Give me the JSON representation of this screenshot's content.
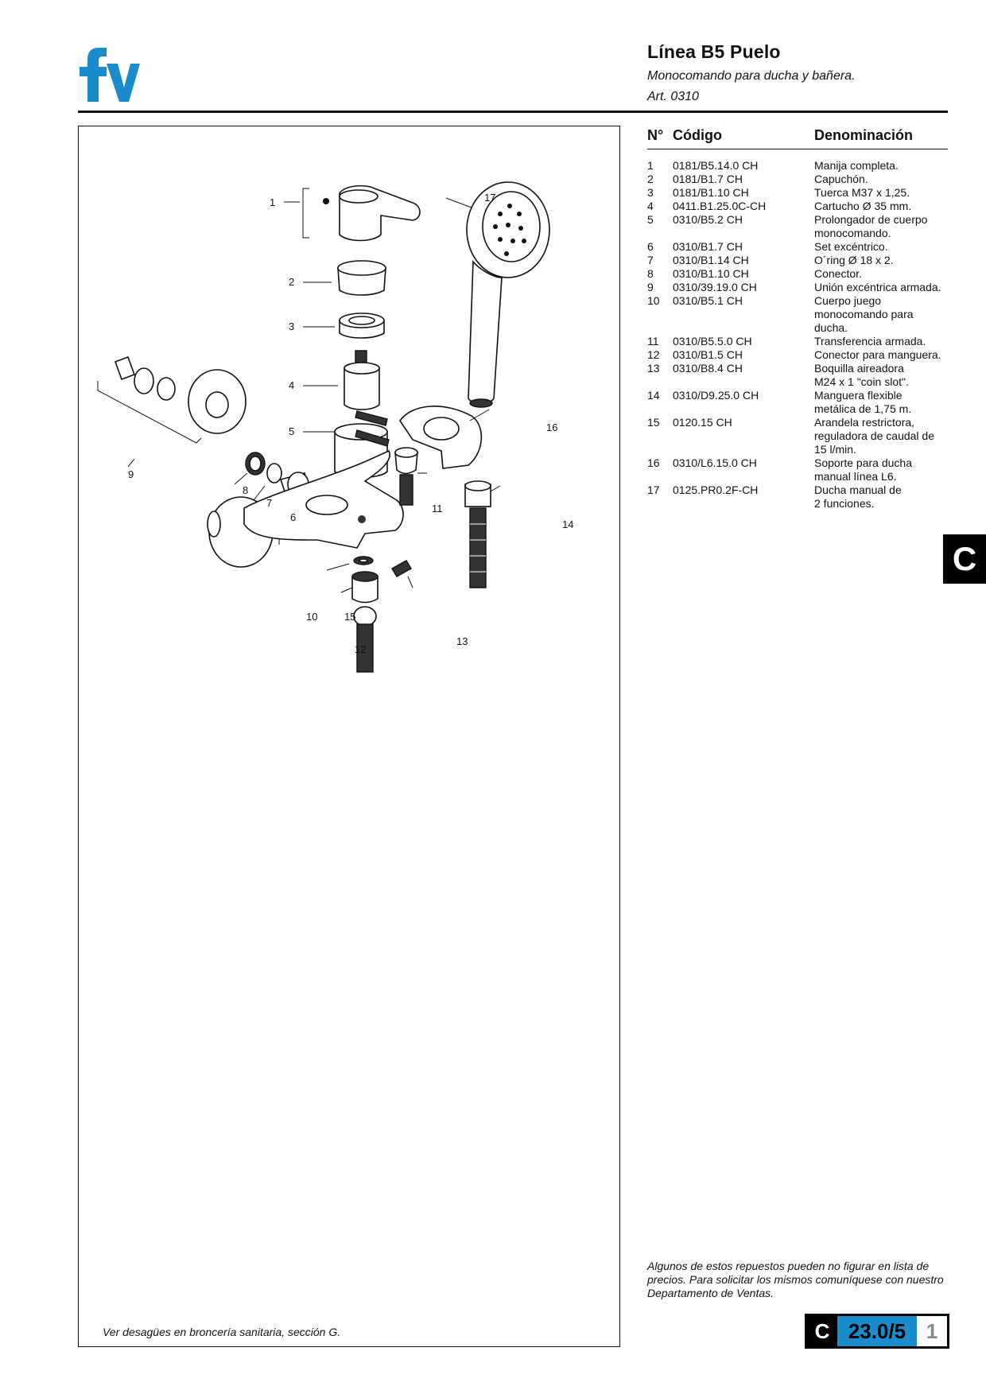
{
  "brand": {
    "logo_text": "fv",
    "accent_color": "#1a8ccc"
  },
  "header": {
    "title": "Línea B5 Puelo",
    "subtitle": "Monocomando para ducha y bañera.",
    "article": "Art. 0310"
  },
  "diagram": {
    "callouts": [
      "1",
      "2",
      "3",
      "4",
      "5",
      "6",
      "7",
      "8",
      "9",
      "10",
      "11",
      "12",
      "13",
      "14",
      "15",
      "16",
      "17"
    ],
    "note": "Ver desagües en broncería sanitaria, sección G."
  },
  "parts_table": {
    "headers": {
      "number": "N°",
      "code": "Código",
      "name": "Denominación"
    },
    "rows": [
      {
        "n": "1",
        "code": "0181/B5.14.0 CH",
        "name": "Manija completa."
      },
      {
        "n": "2",
        "code": "0181/B1.7 CH",
        "name": "Capuchón."
      },
      {
        "n": "3",
        "code": "0181/B1.10 CH",
        "name": "Tuerca M37 x 1,25."
      },
      {
        "n": "4",
        "code": "0411.B1.25.0C-CH",
        "name": "Cartucho Ø 35 mm."
      },
      {
        "n": "5",
        "code": "0310/B5.2 CH",
        "name": "Prolongador de cuerpo\nmonocomando."
      },
      {
        "n": "6",
        "code": "0310/B1.7 CH",
        "name": "Set excéntrico."
      },
      {
        "n": "7",
        "code": "0310/B1.14 CH",
        "name": "O´ring Ø 18 x 2."
      },
      {
        "n": "8",
        "code": "0310/B1.10 CH",
        "name": "Conector."
      },
      {
        "n": "9",
        "code": "0310/39.19.0 CH",
        "name": "Unión excéntrica armada."
      },
      {
        "n": "10",
        "code": "0310/B5.1 CH",
        "name": "Cuerpo juego\nmonocomando para\nducha."
      },
      {
        "n": "11",
        "code": "0310/B5.5.0 CH",
        "name": "Transferencia armada."
      },
      {
        "n": "12",
        "code": "0310/B1.5 CH",
        "name": "Conector para manguera."
      },
      {
        "n": "13",
        "code": "0310/B8.4 CH",
        "name": "Boquilla aireadora\nM24 x 1 \"coin slot\"."
      },
      {
        "n": "14",
        "code": "0310/D9.25.0 CH",
        "name": "Manguera flexible\nmetálica de 1,75 m."
      },
      {
        "n": "15",
        "code": "0120.15 CH",
        "name": "Arandela restrictora,\nreguladora de caudal de\n15 l/min."
      },
      {
        "n": "16",
        "code": "0310/L6.15.0 CH",
        "name": "Soporte para ducha\nmanual línea L6."
      },
      {
        "n": "17",
        "code": "0125.PR0.2F-CH",
        "name": "Ducha manual de\n2 funciones."
      }
    ]
  },
  "side_tab": {
    "label": "C"
  },
  "bottom_note": "Algunos de estos repuestos pueden no figurar en lista de precios. Para solicitar los mismos comuníquese con nuestro Departamento de Ventas.",
  "page_id": {
    "section": "C",
    "number": "23.0/5",
    "page": "1"
  }
}
